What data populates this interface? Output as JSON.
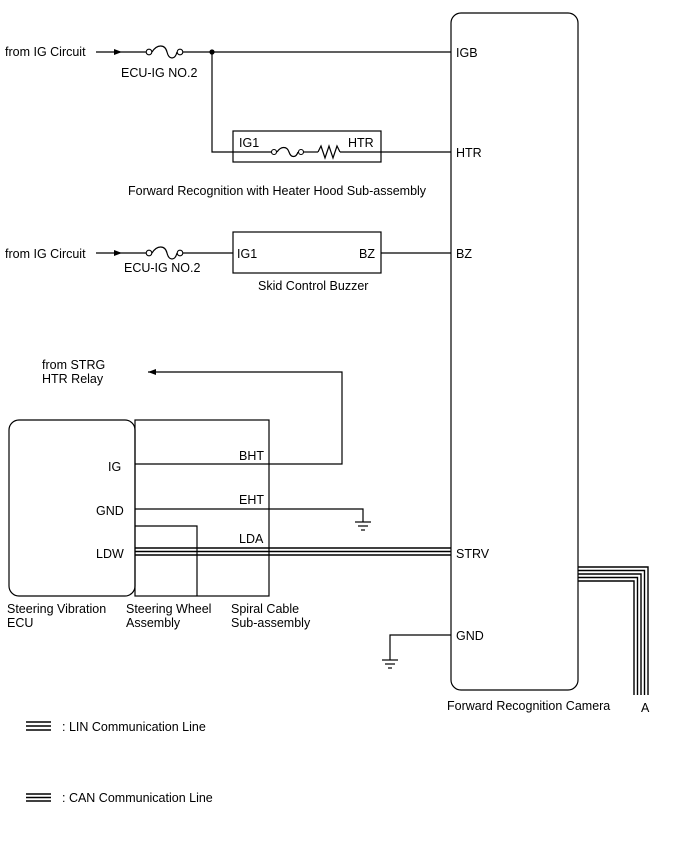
{
  "sources": {
    "ig_circuit_1": "from IG Circuit",
    "ig_circuit_2": "from IG Circuit",
    "strg_line1": "from STRG",
    "strg_line2": "HTR Relay"
  },
  "fuses": {
    "fuse1": "ECU-IG NO.2",
    "fuse2": "ECU-IG NO.2"
  },
  "components": {
    "camera": "Forward Recognition Camera",
    "heater_hood": "Forward Recognition with Heater Hood Sub-assembly",
    "buzzer": "Skid Control Buzzer",
    "vibration_ecu_line1": "Steering Vibration",
    "vibration_ecu_line2": "ECU",
    "wheel_line1": "Steering Wheel",
    "wheel_line2": "Assembly",
    "spiral_line1": "Spiral Cable",
    "spiral_line2": "Sub-assembly"
  },
  "pins": {
    "camera_igb": "IGB",
    "camera_htr": "HTR",
    "camera_bz": "BZ",
    "camera_strv": "STRV",
    "camera_gnd": "GND",
    "heater_ig1": "IG1",
    "heater_htr": "HTR",
    "buzzer_ig1": "IG1",
    "buzzer_bz": "BZ",
    "ecu_ig": "IG",
    "ecu_gnd": "GND",
    "ecu_ldw": "LDW",
    "spiral_bht": "BHT",
    "spiral_eht": "EHT",
    "spiral_lda": "LDA"
  },
  "connector_label": "A",
  "legend": {
    "lin": ": LIN Communication Line",
    "can": ": CAN Communication Line"
  }
}
